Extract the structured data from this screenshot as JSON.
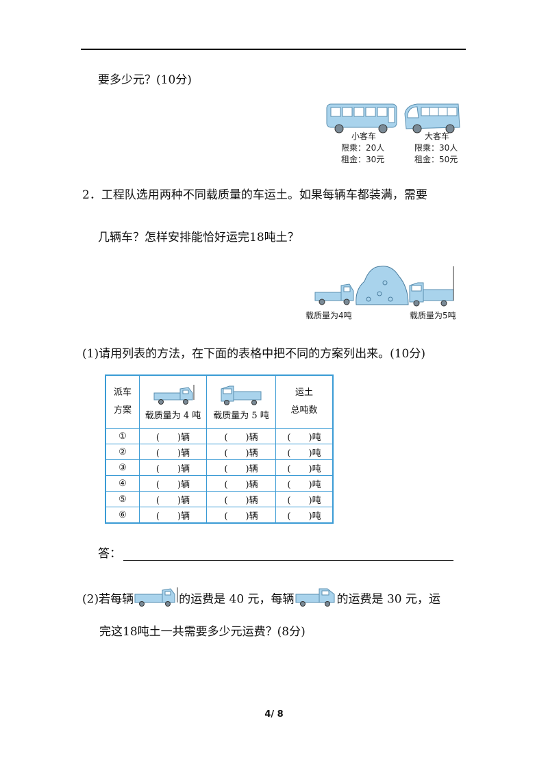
{
  "q1_tail": "要多少元？(10分)",
  "buses": [
    {
      "name": "小客车",
      "limit": "限乘：20人",
      "rent": "租金：30元"
    },
    {
      "name": "大客车",
      "limit": "限乘：30人",
      "rent": "租金：50元"
    }
  ],
  "q2": {
    "line1": "2．工程队选用两种不同载质量的车运土。如果每辆车都装满，需要",
    "line2": "几辆车？怎样安排能恰好运完18吨土？",
    "truck_small_label": "载质量为4吨",
    "truck_big_label": "载质量为5吨"
  },
  "part1": {
    "prompt": "(1)请用列表的方法，在下面的表格中把不同的方案列出来。(10分)",
    "table": {
      "head_col1": [
        "派车",
        "方案"
      ],
      "head_col2": "载质量为 4 吨",
      "head_col3": "载质量为 5 吨",
      "head_col4": [
        "运土",
        "总吨数"
      ],
      "rows": [
        {
          "no": "①",
          "c2": "(　　)辆",
          "c3": "(　　)辆",
          "c4": "(　　)吨"
        },
        {
          "no": "②",
          "c2": "(　　)辆",
          "c3": "(　　)辆",
          "c4": "(　　)吨"
        },
        {
          "no": "③",
          "c2": "(　　)辆",
          "c3": "(　　)辆",
          "c4": "(　　)吨"
        },
        {
          "no": "④",
          "c2": "(　　)辆",
          "c3": "(　　)辆",
          "c4": "(　　)吨"
        },
        {
          "no": "⑤",
          "c2": "(　　)辆",
          "c3": "(　　)辆",
          "c4": "(　　)吨"
        },
        {
          "no": "⑥",
          "c2": "(　　)辆",
          "c3": "(　　)辆",
          "c4": "(　　)吨"
        }
      ]
    },
    "answer_label": "答："
  },
  "part2": {
    "seg1": "(2)若每辆",
    "seg2": "的运费是 40 元，每辆",
    "seg3": "的运费是 30 元，运",
    "line2": "完这18吨土一共需要多少元运费？(8分)"
  },
  "page_number": "4/ 8",
  "colors": {
    "table_border": "#3a9bd5",
    "vehicle": "#a9d3ec"
  }
}
